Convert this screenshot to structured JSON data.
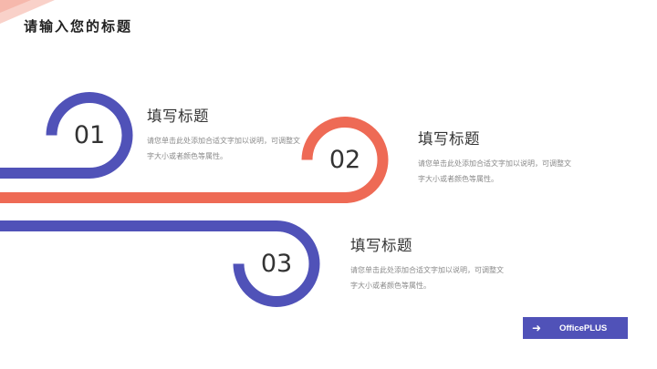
{
  "page": {
    "title": "请输入您的标题"
  },
  "colors": {
    "blue": "#5052b8",
    "coral": "#ee6a55",
    "pink_accent": "#f8c9c0"
  },
  "steps": [
    {
      "number": "01",
      "title": "填写标题",
      "desc": "请您单击此处添加合适文字加以说明，可调整文字大小或者颜色等属性。",
      "color": "#5052b8"
    },
    {
      "number": "02",
      "title": "填写标题",
      "desc": "请您单击此处添加合适文字加以说明，可调整文字大小或者颜色等属性。",
      "color": "#ee6a55"
    },
    {
      "number": "03",
      "title": "填写标题",
      "desc": "请您单击此处添加合适文字加以说明，可调整文字大小或者颜色等属性。",
      "color": "#5052b8"
    }
  ],
  "brand": {
    "icon": "arrow-right-icon",
    "label": "OfficePLUS"
  }
}
